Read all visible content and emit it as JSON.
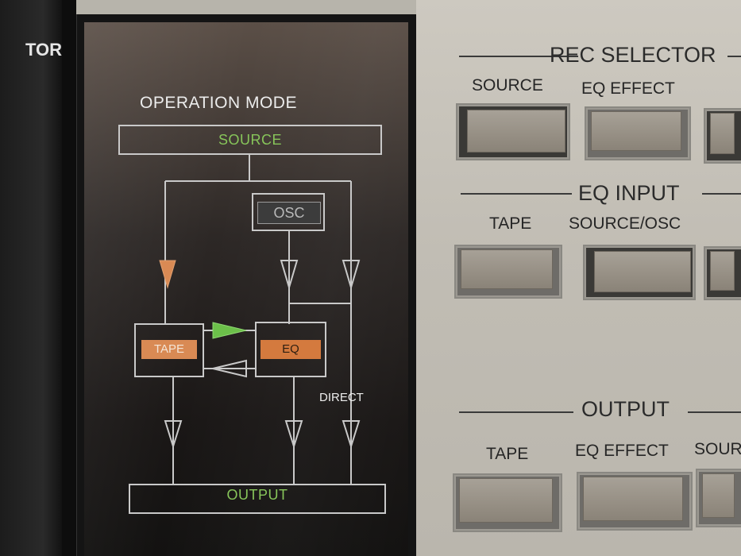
{
  "left_label": "TOR",
  "diagram": {
    "title": "OPERATION MODE",
    "source": "SOURCE",
    "osc": "OSC",
    "tape": "TAPE",
    "eq": "EQ",
    "direct": "DIRECT",
    "output": "OUTPUT",
    "colors": {
      "green": "#87c55a",
      "orange": "#d98a54",
      "line": "#c9c9c9"
    }
  },
  "rec_selector": {
    "title": "REC SELECTOR",
    "buttons": [
      "SOURCE",
      "EQ EFFECT"
    ]
  },
  "eq_input": {
    "title": "EQ INPUT",
    "buttons": [
      "TAPE",
      "SOURCE/OSC"
    ]
  },
  "output": {
    "title": "OUTPUT",
    "buttons": [
      "TAPE",
      "EQ EFFECT",
      "SOUR"
    ]
  }
}
